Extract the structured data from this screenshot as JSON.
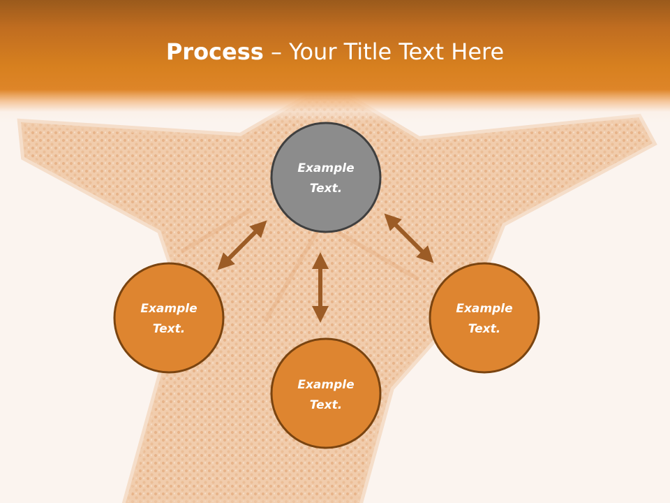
{
  "slide": {
    "title_strong": "Process",
    "title_dash": " – ",
    "title_rest": "Your Title Text Here"
  },
  "nodes": [
    {
      "line1": "Example",
      "line2": "Text.",
      "fill": "#8c8c8c"
    },
    {
      "line1": "Example",
      "line2": "Text.",
      "fill": "#de8530"
    },
    {
      "line1": "Example",
      "line2": "Text.",
      "fill": "#de8530"
    },
    {
      "line1": "Example",
      "line2": "Text.",
      "fill": "#de8530"
    }
  ],
  "colors": {
    "header": "#d7801f",
    "node_outline": "#3f3f3f",
    "node_outline_orange": "#7a4410",
    "arrow": "#9c5c26",
    "background": "#fbf4ef"
  }
}
